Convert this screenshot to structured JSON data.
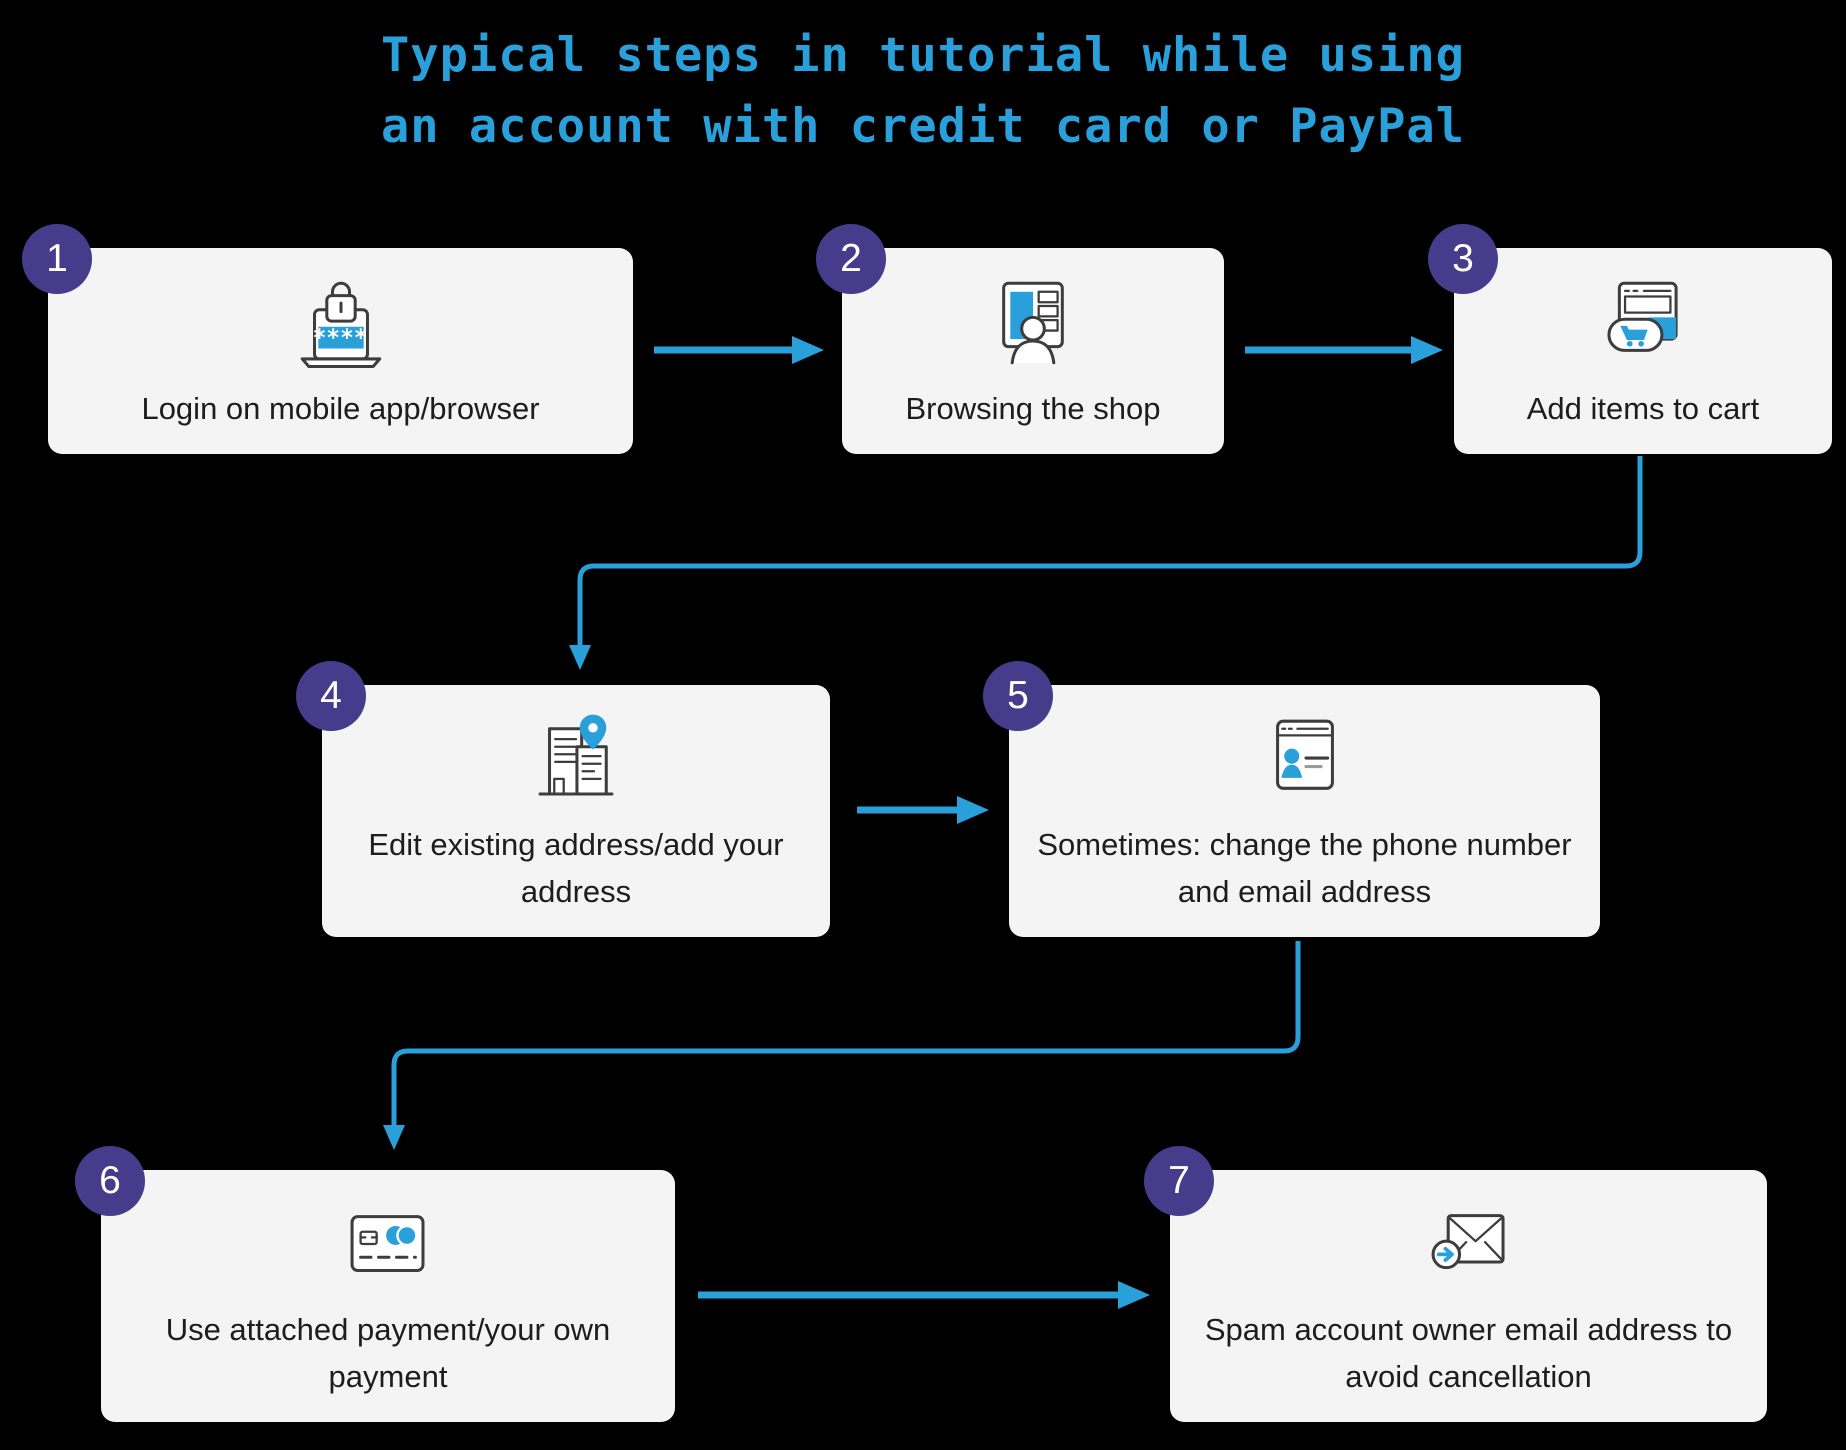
{
  "title": {
    "line1": "Typical steps in tutorial while using",
    "line2": "an account with credit card or PayPal"
  },
  "colors": {
    "background": "#000000",
    "card_bg": "#f4f4f4",
    "accent_blue": "#2aa0db",
    "badge_purple": "#473c8c",
    "text_dark": "#1d1d1d",
    "icon_stroke": "#3d3d3d"
  },
  "steps": [
    {
      "num": "1",
      "label": "Login on mobile app/browser",
      "icon": "login-laptop-lock-icon"
    },
    {
      "num": "2",
      "label": "Browsing the shop",
      "icon": "shop-browser-person-icon"
    },
    {
      "num": "3",
      "label": "Add items to cart",
      "icon": "browser-cart-icon"
    },
    {
      "num": "4",
      "label": "Edit existing address/add your address",
      "icon": "address-buildings-pin-icon"
    },
    {
      "num": "5",
      "label": "Sometimes: change the phone number and email address",
      "icon": "contact-card-icon"
    },
    {
      "num": "6",
      "label": "Use attached payment/your own payment",
      "icon": "credit-card-icon"
    },
    {
      "num": "7",
      "label": "Spam account owner email address to avoid cancellation",
      "icon": "email-forward-icon"
    }
  ],
  "icon_password_text": "****",
  "connections": [
    {
      "from": "1",
      "to": "2",
      "style": "straight-arrow"
    },
    {
      "from": "2",
      "to": "3",
      "style": "straight-arrow"
    },
    {
      "from": "3",
      "to": "4",
      "style": "elbow-arrow"
    },
    {
      "from": "4",
      "to": "5",
      "style": "straight-arrow"
    },
    {
      "from": "5",
      "to": "6",
      "style": "elbow-arrow"
    },
    {
      "from": "6",
      "to": "7",
      "style": "straight-arrow"
    }
  ]
}
